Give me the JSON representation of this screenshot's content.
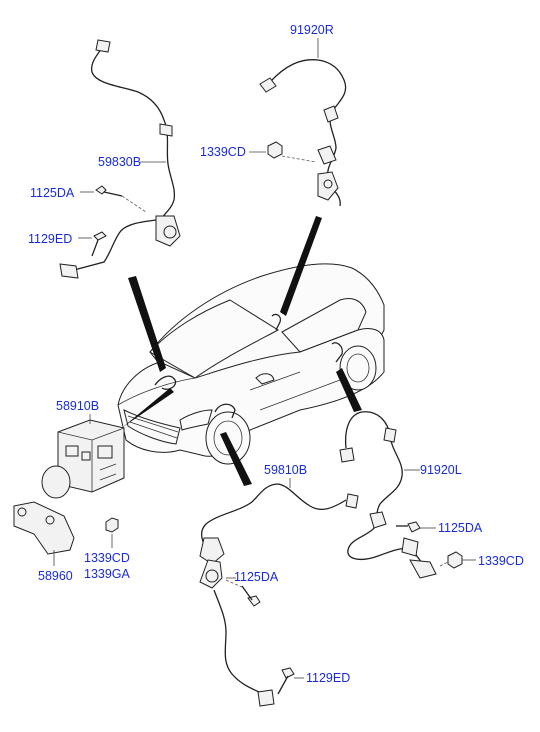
{
  "labels": {
    "sensor_rear_right": "91920R",
    "nut_rear_right": "1339CD",
    "sensor_front_left": "59830B",
    "bolt_front_left": "1125DA",
    "bolt_front_left_2": "1129ED",
    "abs_module": "58910B",
    "sensor_front_right": "59810B",
    "sensor_rear_left": "91920L",
    "bolt_rear_left": "1125DA",
    "nut_rear_left": "1339CD",
    "bracket": "58960",
    "nut_bracket_1": "1339CD",
    "nut_bracket_2": "1339GA",
    "bolt_front_right": "1125DA",
    "bolt_front_right_2": "1129ED"
  },
  "colors": {
    "label": "#1a2bd6",
    "line": "#222222",
    "background": "#ffffff"
  }
}
